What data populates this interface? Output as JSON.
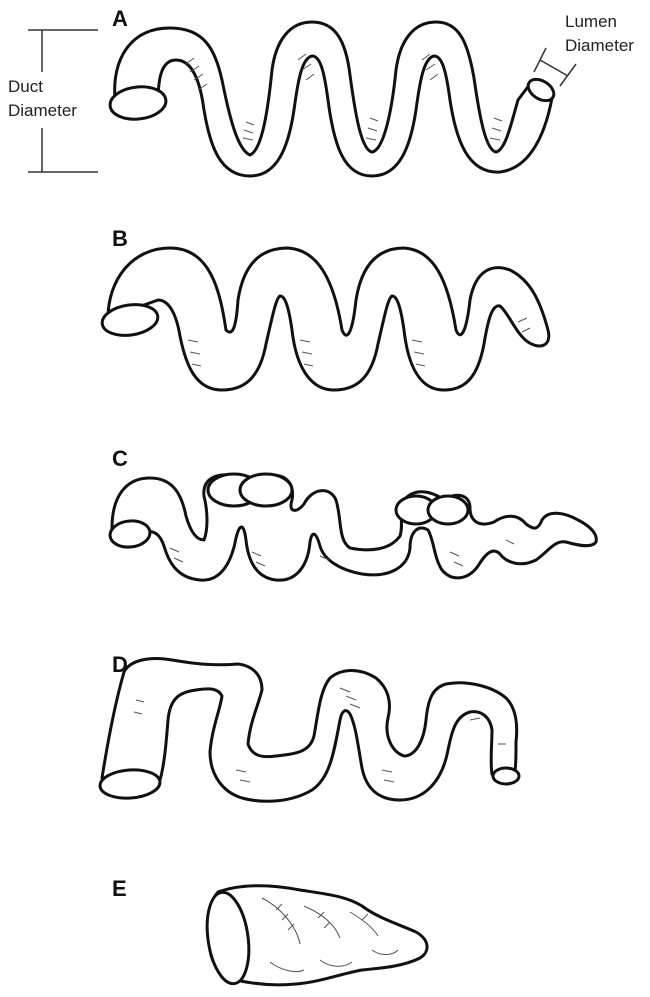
{
  "panels": [
    {
      "letter": "A"
    },
    {
      "letter": "B"
    },
    {
      "letter": "C"
    },
    {
      "letter": "D"
    },
    {
      "letter": "E"
    }
  ],
  "annotations": {
    "duct_diameter_line1": "Duct",
    "duct_diameter_line2": "Diameter",
    "lumen_diameter_line1": "Lumen",
    "lumen_diameter_line2": "Diameter"
  }
}
